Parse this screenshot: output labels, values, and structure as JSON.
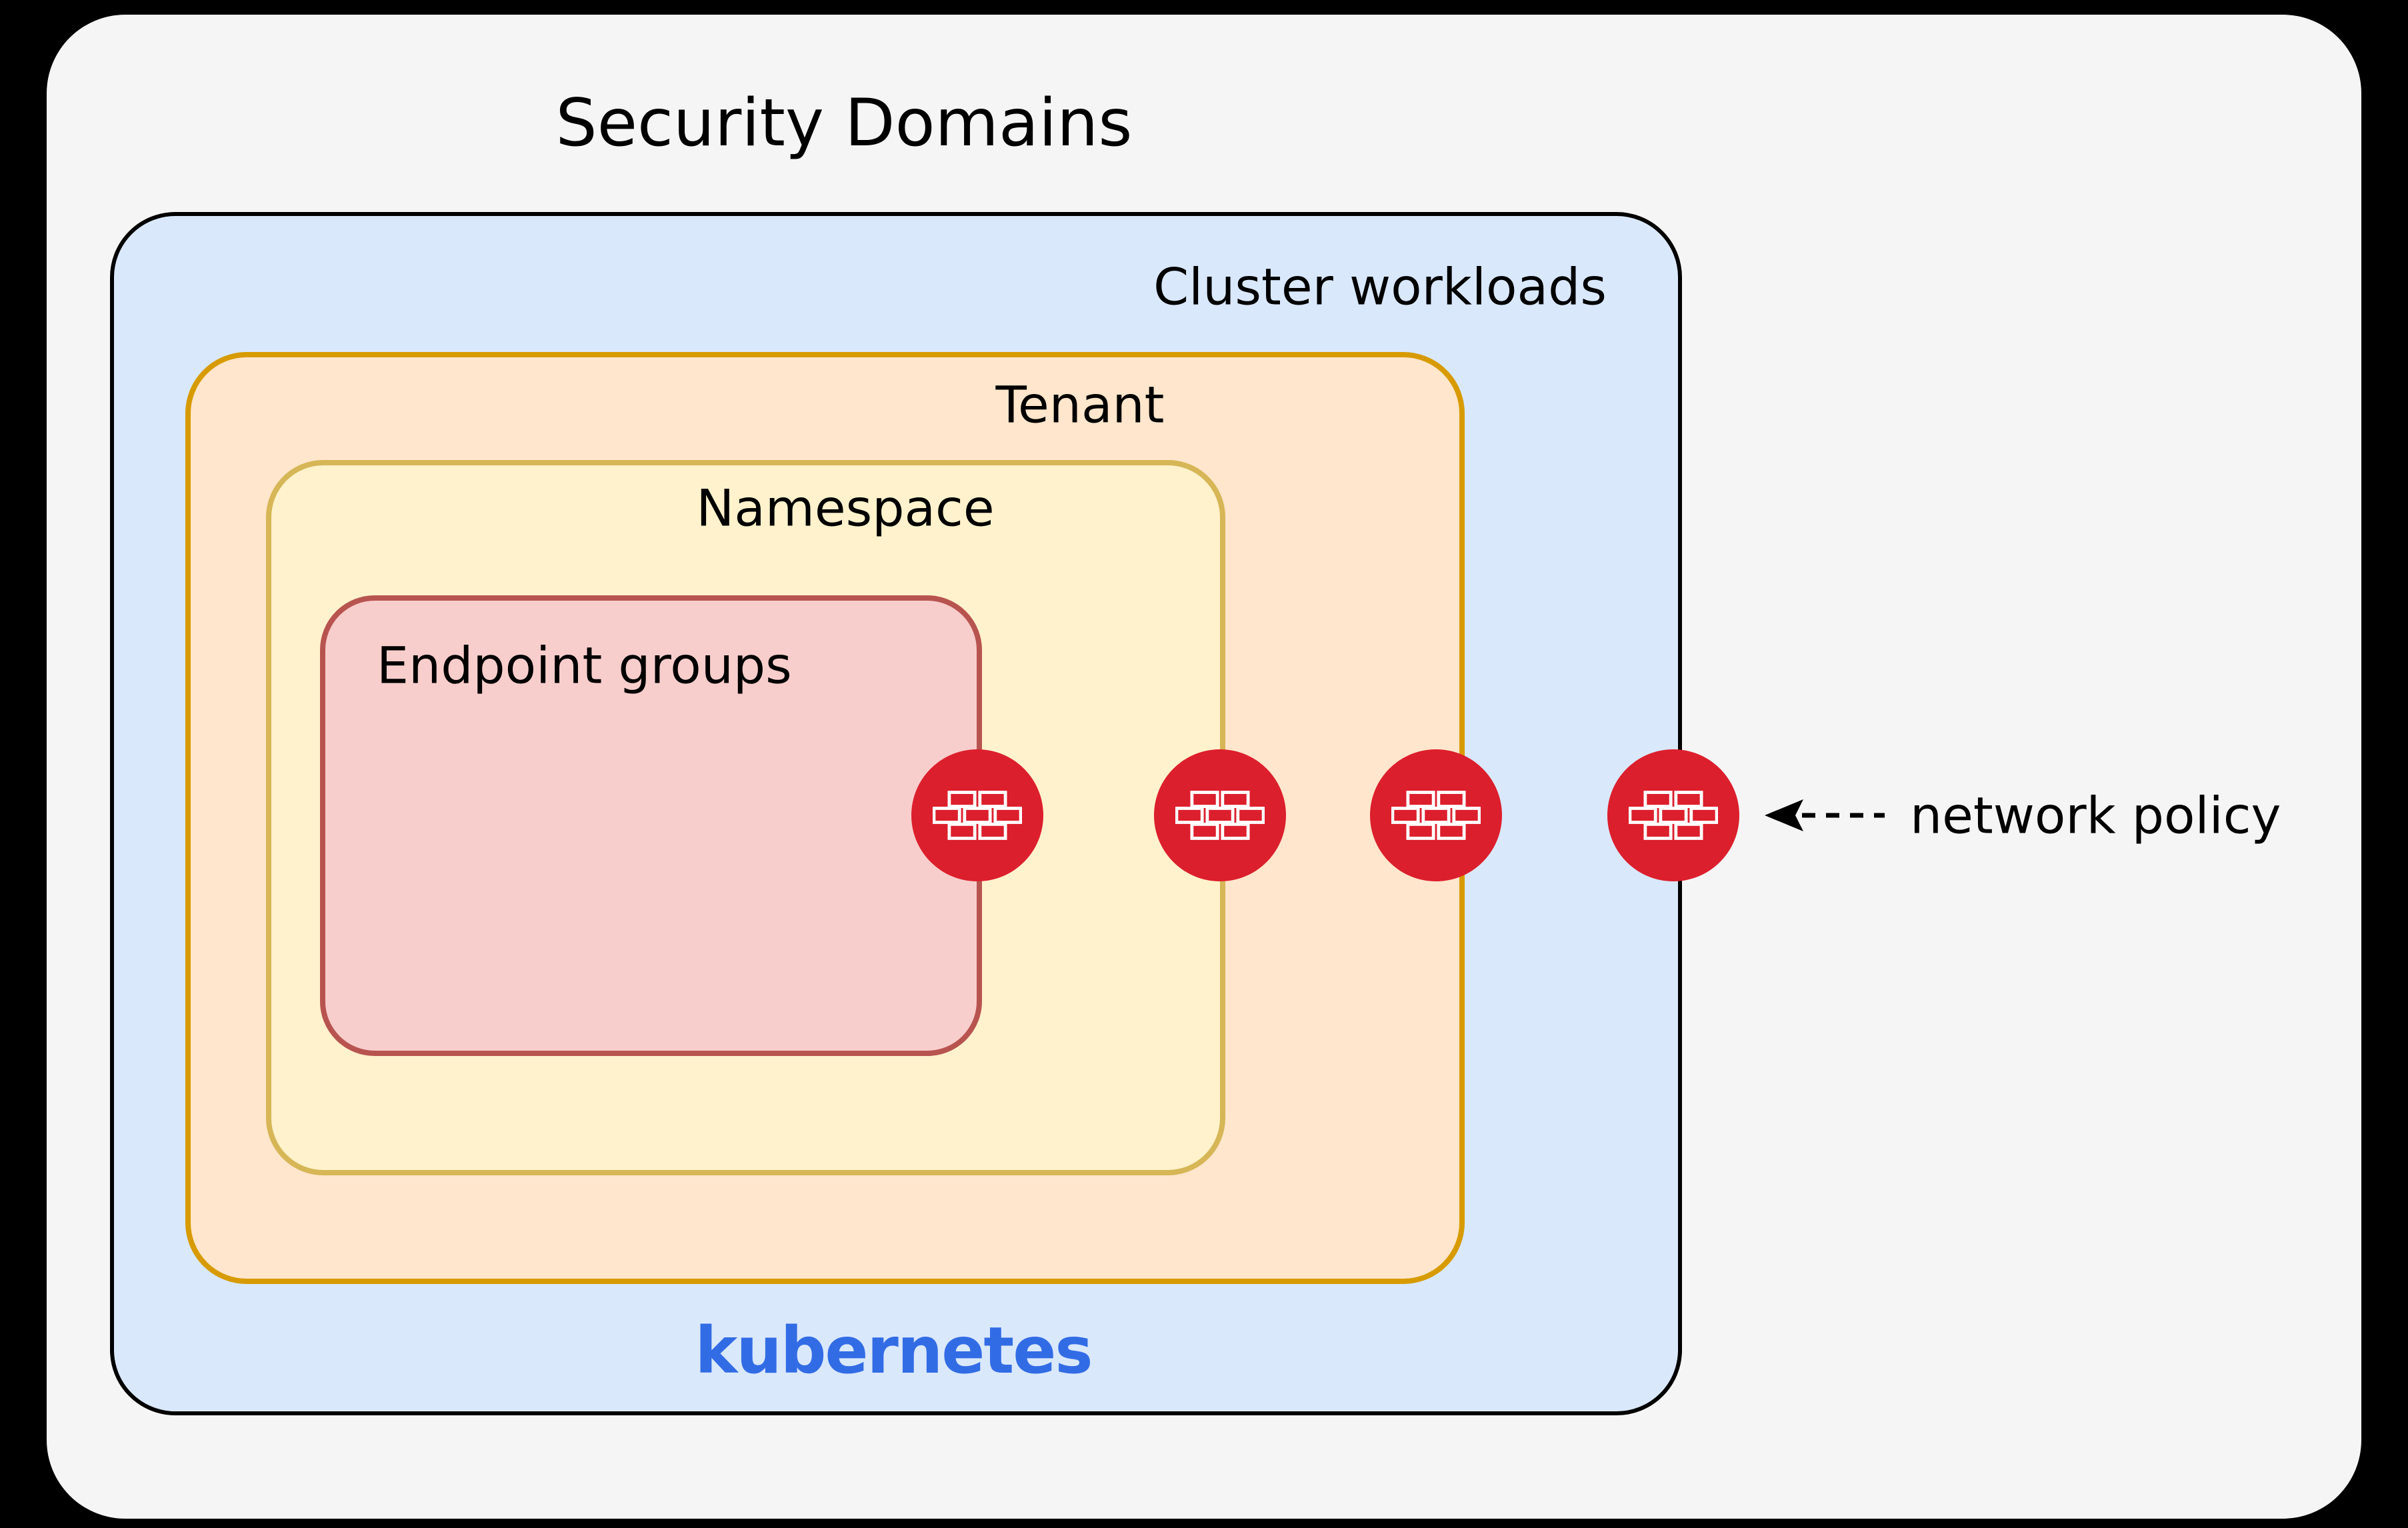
{
  "title": "Security Domains",
  "diagram": {
    "boxes": {
      "cluster": {
        "label": "Cluster workloads"
      },
      "tenant": {
        "label": "Tenant"
      },
      "namespace": {
        "label": "Namespace"
      },
      "endpoint": {
        "label": "Endpoint groups"
      }
    },
    "platform_label": "kubernetes",
    "annotation": {
      "label": "network policy",
      "arrow_direction": "left",
      "arrow_style": "dashed"
    },
    "firewall_badges": {
      "icon": "firewall-brick-wall",
      "count": 4,
      "placement": [
        "endpoint-groups-boundary",
        "namespace-boundary",
        "tenant-boundary",
        "cluster-boundary"
      ]
    }
  },
  "colors": {
    "background": "#000000",
    "board-fill": "#f5f5f5",
    "cluster-fill": "#dae8fc",
    "cluster-stroke": "#000000",
    "tenant-fill": "#ffe6cc",
    "tenant-stroke": "#d79b00",
    "namespace-fill": "#fff2cc",
    "namespace-stroke": "#d6b656",
    "endpoint-fill": "#f8cecc",
    "endpoint-stroke": "#b85450",
    "firewall-red": "#dc1f2d",
    "kubernetes-blue": "#326ce5",
    "text": "#000000"
  }
}
